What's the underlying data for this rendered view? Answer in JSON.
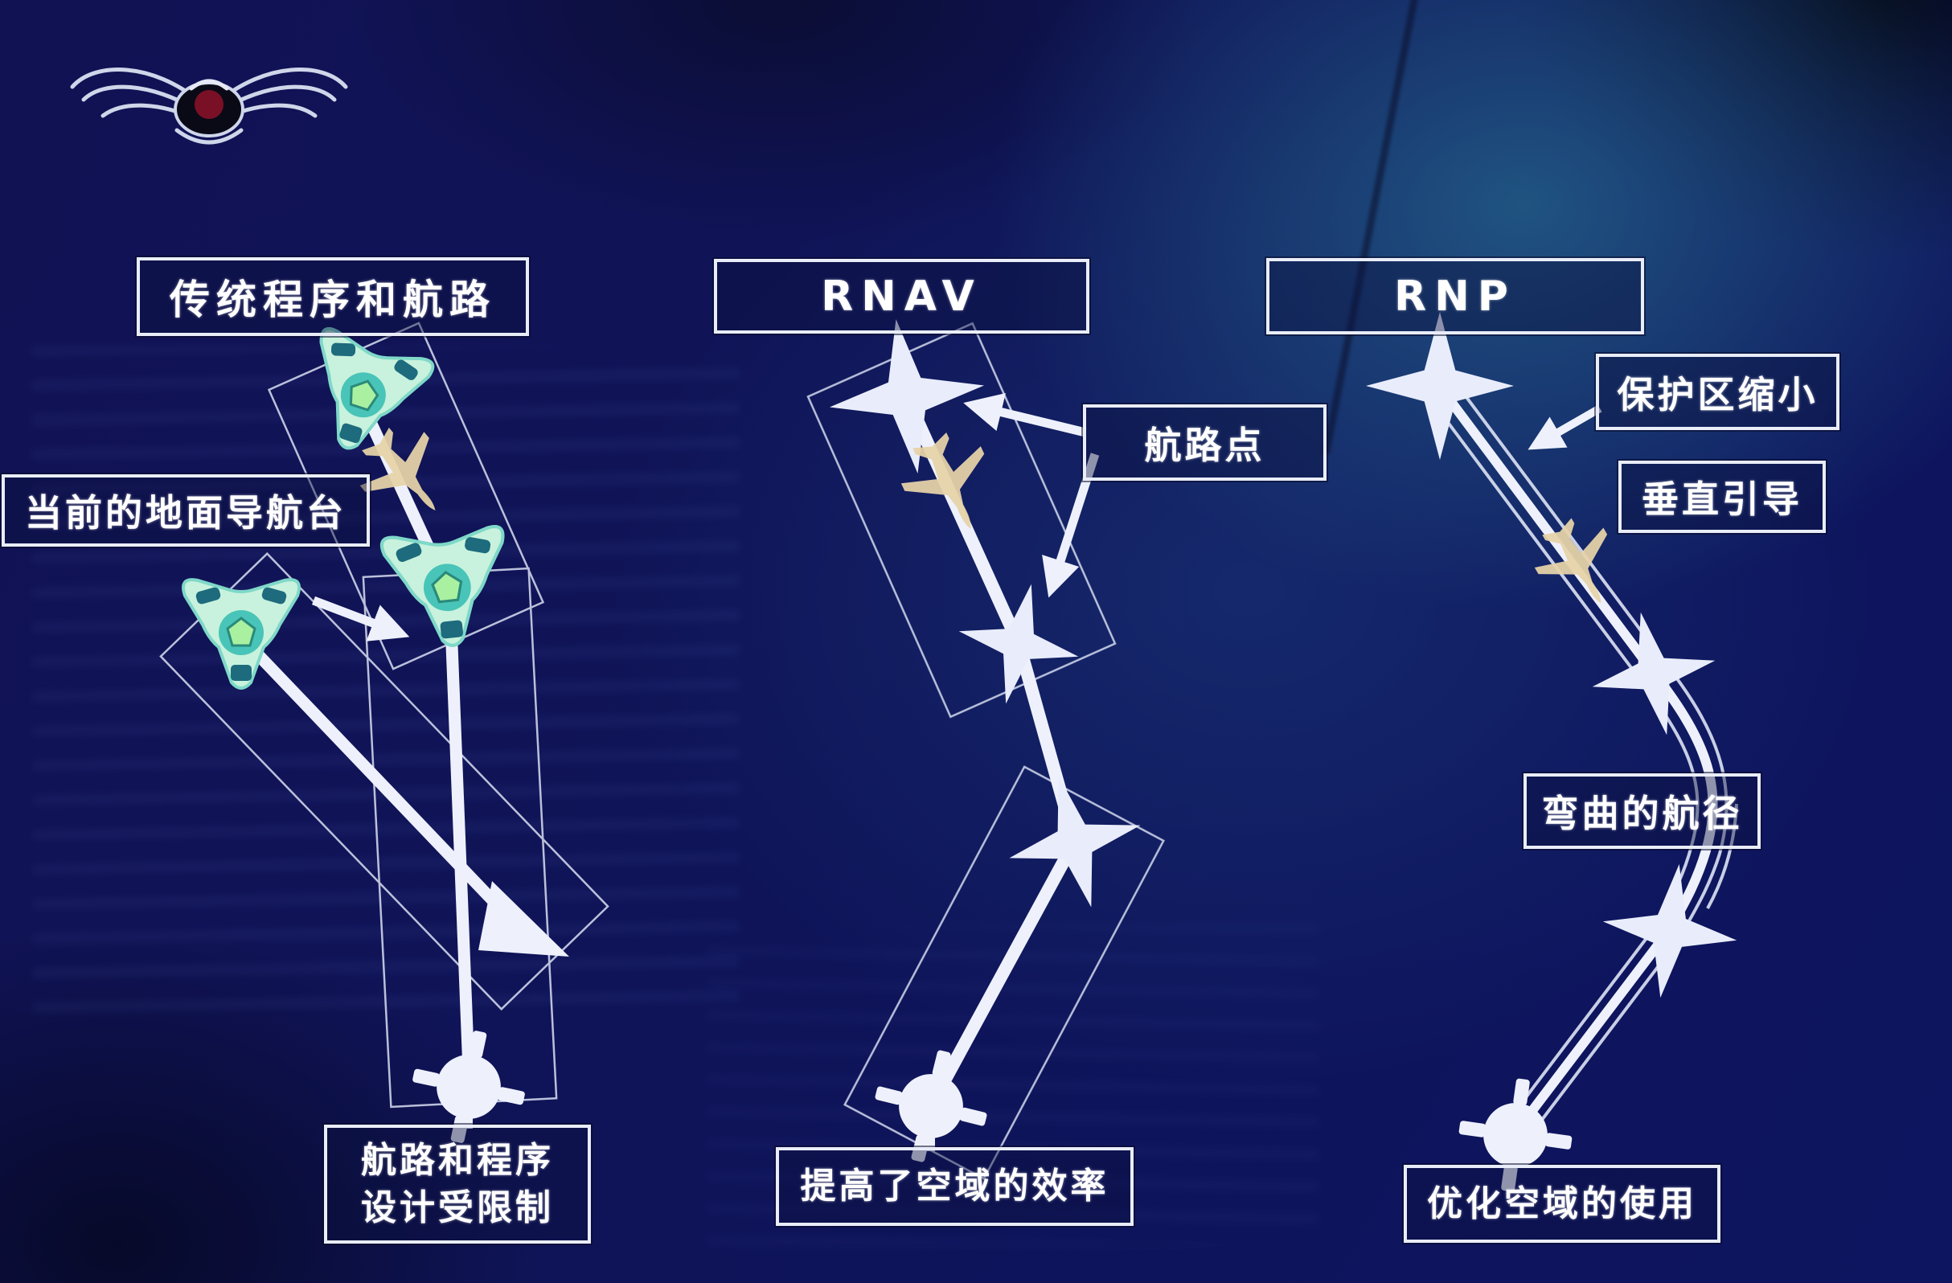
{
  "slide": {
    "logo": {
      "name": "aviation-wings-emblem"
    },
    "columns": [
      {
        "id": "traditional",
        "title": "传统程序和航路",
        "caption_line1": "航路和程序",
        "caption_line2": "设计受限制"
      },
      {
        "id": "rnav",
        "title": "RNAV",
        "caption": "提高了空域的效率"
      },
      {
        "id": "rnp",
        "title": "RNP",
        "caption": "优化空域的使用"
      }
    ],
    "labels": {
      "ground_station": "当前的地面导航台",
      "waypoint": "航路点",
      "protection_zone": "保护区缩小",
      "vertical_guidance": "垂直引导",
      "curved_path": "弯曲的航径"
    },
    "colors": {
      "background_navy": "#0f1458",
      "background_teal": "#1e5882",
      "line_white": "#eef1fc",
      "star_white": "#e9edfb",
      "station_teal": "#4ec9c0",
      "station_mint": "#c8f2dd",
      "station_dark": "#1d6b7d",
      "plane_tan": "#e6d2a8",
      "logo_red": "#7a1025"
    }
  }
}
